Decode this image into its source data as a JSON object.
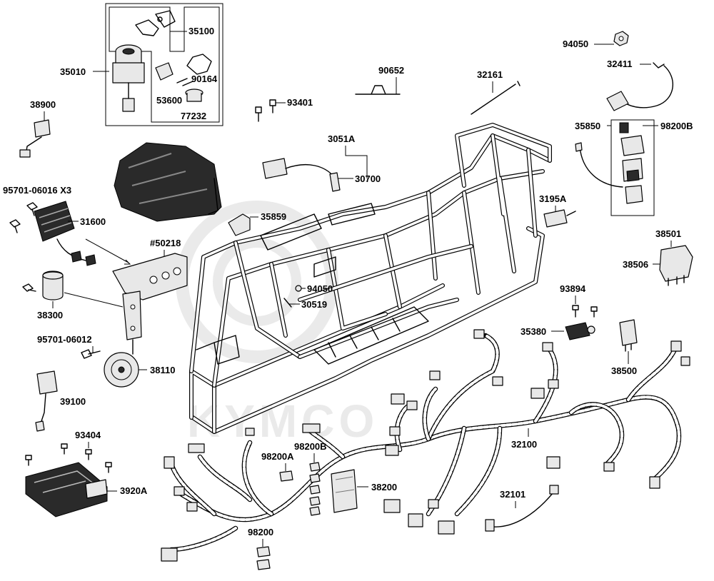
{
  "watermark": {
    "brand": "KYMCO"
  },
  "labels": {
    "p35010": "35010",
    "p35100": "35100",
    "p90164": "90164",
    "p53600": "53600",
    "p77232": "77232",
    "p38900": "38900",
    "p93401": "93401",
    "p90652": "90652",
    "p32161": "32161",
    "p94050a": "94050",
    "p32411": "32411",
    "p35850": "35850",
    "p98200b_top": "98200B",
    "p3051a": "3051A",
    "p30700": "30700",
    "p95701x3": "95701-06016 X3",
    "p31600": "31600",
    "p35859": "35859",
    "p3195a": "3195A",
    "p50218": "#50218",
    "p38501": "38501",
    "p38506": "38506",
    "p94050b": "94050",
    "p30519": "30519",
    "p38300": "38300",
    "p93894": "93894",
    "p95701_06012": "95701-06012",
    "p35380": "35380",
    "p38110": "38110",
    "p38500": "38500",
    "p39100": "39100",
    "p93404": "93404",
    "p98200a": "98200A",
    "p98200b_bot": "98200B",
    "p32100": "32100",
    "p3920a": "3920A",
    "p38200": "38200",
    "p32101": "32101",
    "p98200": "98200"
  },
  "icons": {
    "frame": "atv-frame-icon",
    "harness": "wire-harness-icon",
    "ignition": "ignition-switch-icon",
    "horn": "horn-icon",
    "ecu": "ecu-module-icon",
    "relay": "relay-icon",
    "fuse": "fuse-icon",
    "bolt": "bolt-icon"
  }
}
